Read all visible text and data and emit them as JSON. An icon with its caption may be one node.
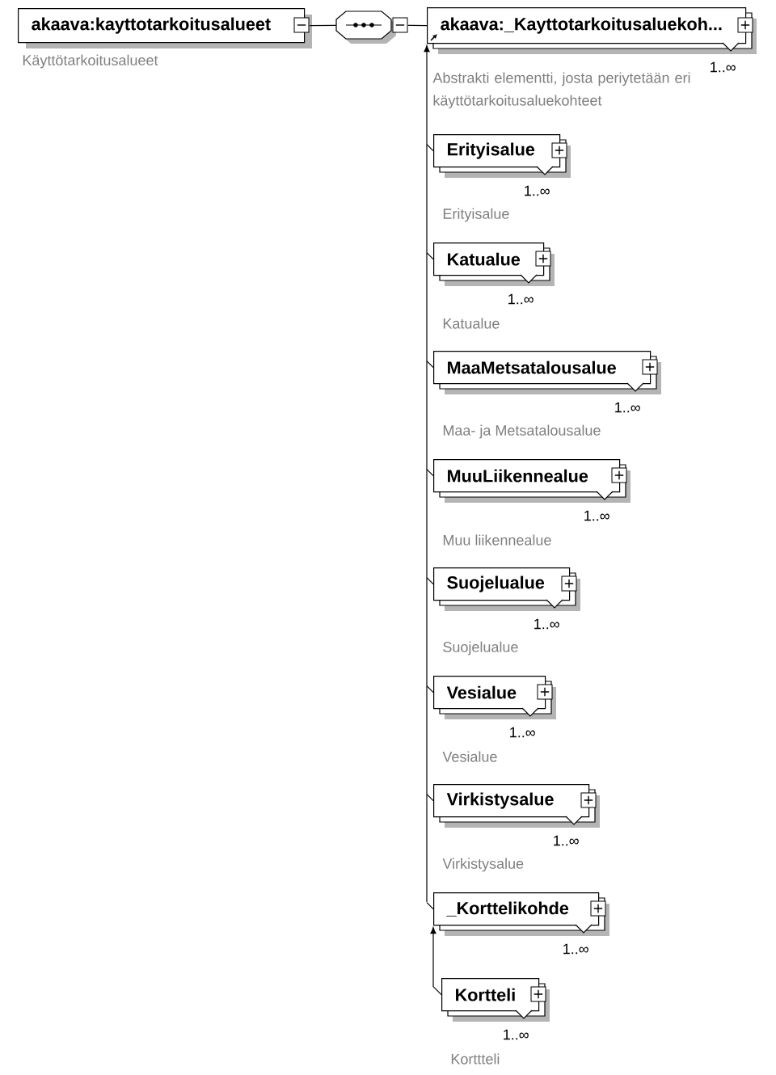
{
  "diagram": {
    "nodes": [
      {
        "text": [
          "akaava:kayttotarkoitusalueet"
        ],
        "beside": [
          "Käyttötarkoitusalueet"
        ]
      },
      {
        "text": [],
        "shape": "octagon"
      },
      {
        "text": [
          "akaava:_Kayttotarkoitusaluekoh..."
        ],
        "beside": [
          "1..∞"
        ]
      },
      {
        "text": [
          "Erityisalue"
        ],
        "beside": [
          "1..∞",
          "Erityisalue"
        ]
      },
      {
        "text": [
          "Katualue"
        ],
        "beside": [
          "1..∞",
          "Katualue"
        ]
      },
      {
        "text": [
          "MaaMetsatalousalue"
        ],
        "beside": [
          "1..∞",
          "Maa- ja Metsatalousalue"
        ]
      },
      {
        "text": [
          "MuuLiikennealue"
        ],
        "beside": [
          "1..∞",
          "Muu liikennealue"
        ]
      },
      {
        "text": [
          "Suojelualue"
        ],
        "beside": [
          "1..∞",
          "Suojelualue"
        ]
      },
      {
        "text": [
          "Vesialue"
        ],
        "beside": [
          "1..∞",
          "Vesialue"
        ]
      },
      {
        "text": [
          "Virkistysalue"
        ],
        "beside": [
          "1..∞",
          "Virkistysalue"
        ]
      },
      {
        "text": [
          "_Korttelikohde"
        ],
        "beside": [
          "1..∞"
        ]
      },
      {
        "text": [
          "Kortteli"
        ],
        "beside": [
          "1..∞",
          "Korttteli"
        ]
      }
    ],
    "edges": [
      {
        "from": 0,
        "to": 1,
        "arrow": "none"
      },
      {
        "from": 1,
        "to": 2,
        "arrow": "none"
      },
      {
        "from": 3,
        "to": 2,
        "arrow": "to"
      },
      {
        "from": 4,
        "to": 2,
        "arrow": "to"
      },
      {
        "from": 5,
        "to": 2,
        "arrow": "to"
      },
      {
        "from": 6,
        "to": 2,
        "arrow": "to"
      },
      {
        "from": 7,
        "to": 2,
        "arrow": "to"
      },
      {
        "from": 8,
        "to": 2,
        "arrow": "to"
      },
      {
        "from": 9,
        "to": 2,
        "arrow": "to"
      },
      {
        "from": 10,
        "to": 2,
        "arrow": "to"
      },
      {
        "from": 11,
        "to": 10,
        "arrow": "to"
      }
    ],
    "labels": [
      "Abstrakti elementti, josta periytetään eri käyttötarkoitusaluekohteet"
    ]
  }
}
